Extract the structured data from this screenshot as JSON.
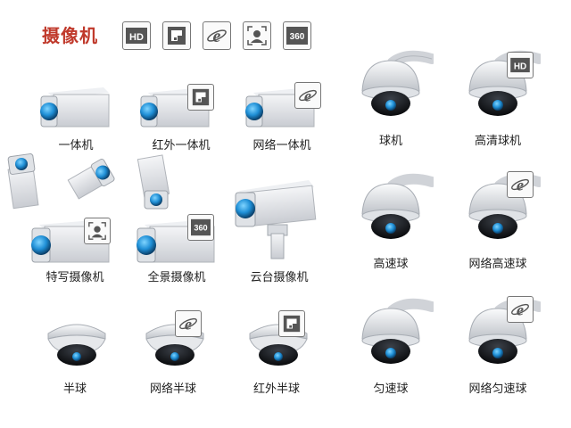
{
  "header": {
    "title": "摄像机",
    "icons": [
      "hd-icon",
      "infrared-icon",
      "network-ie-icon",
      "portrait-icon",
      "panorama-360-icon"
    ],
    "hd_text": "HD",
    "p360_text": "360"
  },
  "cameras": [
    {
      "label": "一体机"
    },
    {
      "label": "红外一体机"
    },
    {
      "label": "网络一体机"
    },
    {
      "label": "特写摄像机"
    },
    {
      "label": "全景摄像机"
    },
    {
      "label": "云台摄像机"
    },
    {
      "label": "半球"
    },
    {
      "label": "网络半球"
    },
    {
      "label": "红外半球"
    },
    {
      "label": "球机"
    },
    {
      "label": "高清球机"
    },
    {
      "label": "高速球"
    },
    {
      "label": "网络高速球"
    },
    {
      "label": "匀速球"
    },
    {
      "label": "网络匀速球"
    }
  ]
}
